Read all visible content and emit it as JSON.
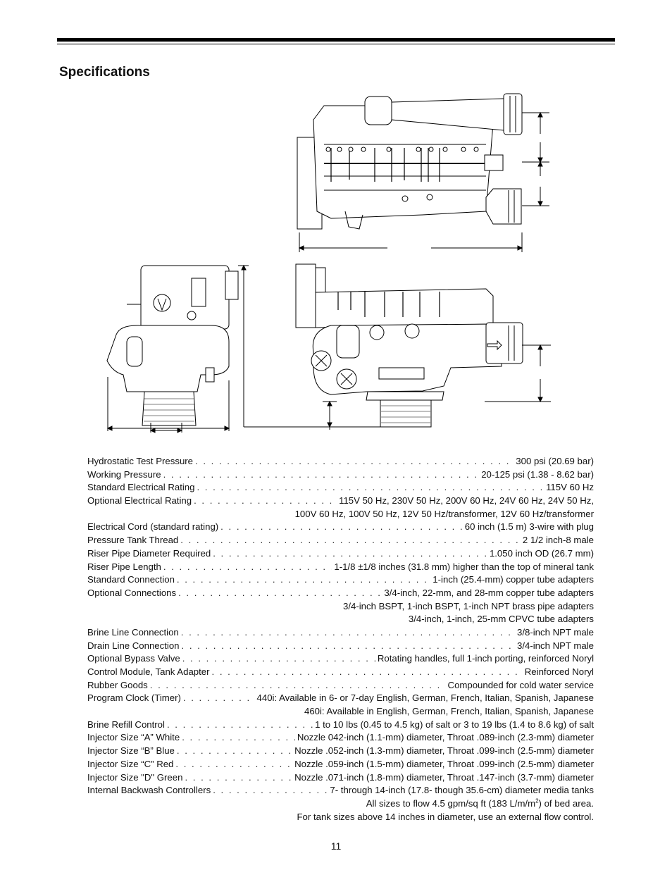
{
  "page_title": "Specifications",
  "page_number": "11",
  "specs": [
    {
      "label": "Hydrostatic Test Pressure",
      "value": "300 psi (20.69 bar)"
    },
    {
      "label": "Working Pressure",
      "value": "20-125 psi (1.38 - 8.62 bar)"
    },
    {
      "label": "Standard Electrical Rating",
      "value": "115V 60 Hz"
    },
    {
      "label": "Optional Electrical Rating",
      "value": "115V 50 Hz, 230V 50 Hz, 200V 60 Hz, 24V 60 Hz, 24V 50 Hz,"
    },
    {
      "cont": "100V 60 Hz, 100V 50 Hz, 12V 50 Hz/transformer, 12V 60 Hz/transformer"
    },
    {
      "label": "Electrical Cord (standard rating)",
      "value": "60 inch (1.5 m) 3-wire with plug"
    },
    {
      "label": "Pressure Tank Thread",
      "value": "2 1/2 inch-8 male"
    },
    {
      "label": "Riser Pipe Diameter Required",
      "value": "1.050 inch OD (26.7 mm)"
    },
    {
      "label": "Riser Pipe Length",
      "value": "1-1/8 ±1/8 inches (31.8 mm) higher than the top of mineral tank"
    },
    {
      "label": "Standard Connection",
      "value": "1-inch (25.4-mm) copper tube adapters"
    },
    {
      "label": "Optional Connections",
      "value": "3/4-inch, 22-mm, and 28-mm copper tube adapters"
    },
    {
      "cont": "3/4-inch BSPT, 1-inch BSPT, 1-inch NPT brass pipe adapters"
    },
    {
      "cont": "3/4-inch, 1-inch, 25-mm CPVC tube adapters"
    },
    {
      "label": "Brine Line Connection",
      "value": "3/8-inch NPT male"
    },
    {
      "label": "Drain Line Connection",
      "value": "3/4-inch NPT male"
    },
    {
      "label": "Optional Bypass Valve",
      "value": "Rotating handles, full 1-inch porting, reinforced Noryl"
    },
    {
      "label": "Control Module, Tank Adapter",
      "value": "Reinforced Noryl"
    },
    {
      "label": "Rubber Goods",
      "value": "Compounded for cold water service"
    },
    {
      "label": "Program Clock (Timer)",
      "value": "440i: Available in 6- or 7-day English, German, French, Italian, Spanish, Japanese"
    },
    {
      "cont": "460i: Available in English, German, French, Italian, Spanish, Japanese"
    },
    {
      "label": "Brine Refill Control",
      "value": "1 to 10 lbs (0.45 to 4.5 kg) of salt or 3 to 19 lbs (1.4 to 8.6 kg) of salt"
    },
    {
      "label": "Injector Size “A” White",
      "value": "Nozzle 042-inch (1.1-mm) diameter, Throat .089-inch (2.3-mm) diameter"
    },
    {
      "label": "Injector Size “B” Blue",
      "value": "Nozzle .052-inch (1.3-mm) diameter, Throat .099-inch (2.5-mm) diameter"
    },
    {
      "label": "Injector Size “C” Red",
      "value": "Nozzle .059-inch (1.5-mm) diameter, Throat .099-inch (2.5-mm) diameter"
    },
    {
      "label": "Injector Size \"D\" Green",
      "value": "Nozzle .071-inch (1.8-mm) diameter, Throat .147-inch (3.7-mm) diameter"
    },
    {
      "label": "Internal Backwash Controllers",
      "value": "7- through 14-inch (17.8- though 35.6-cm) diameter media tanks"
    }
  ],
  "flow_note_pre": "All sizes to flow 4.5 gpm/sq ft (183 L/m/m",
  "flow_note_sup": "2",
  "flow_note_post": ") of bed area.",
  "tank_note": "For tank sizes above 14 inches in diameter, use an external flow control."
}
